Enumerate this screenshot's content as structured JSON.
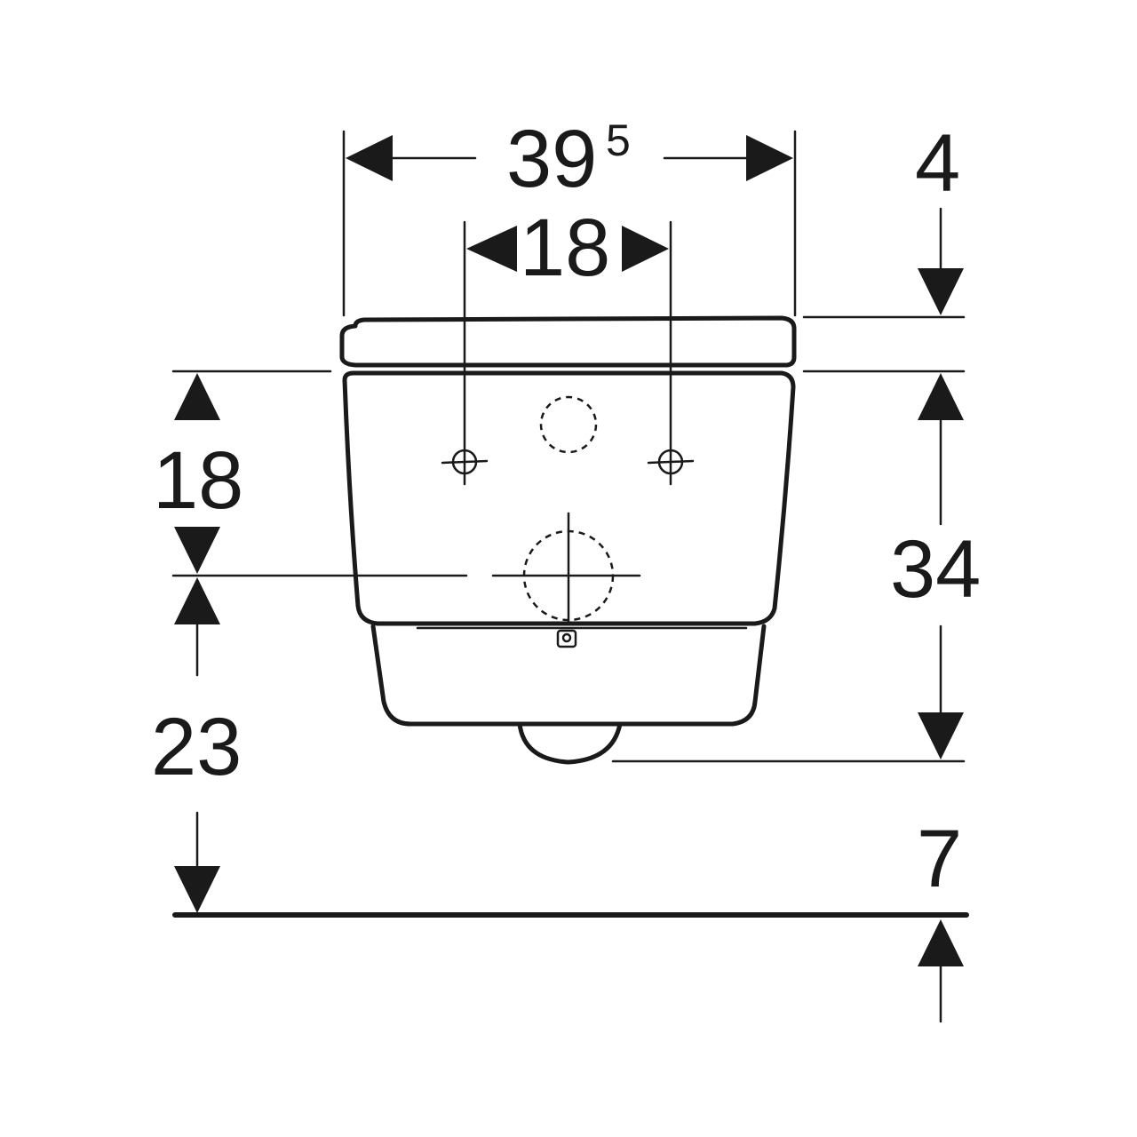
{
  "dimensions": {
    "overall_width": "39",
    "overall_width_sup": "5",
    "bolt_spacing": "18",
    "top_offset": "4",
    "upper_height": "18",
    "lower_height": "23",
    "total_height": "34",
    "floor_offset": "7"
  }
}
